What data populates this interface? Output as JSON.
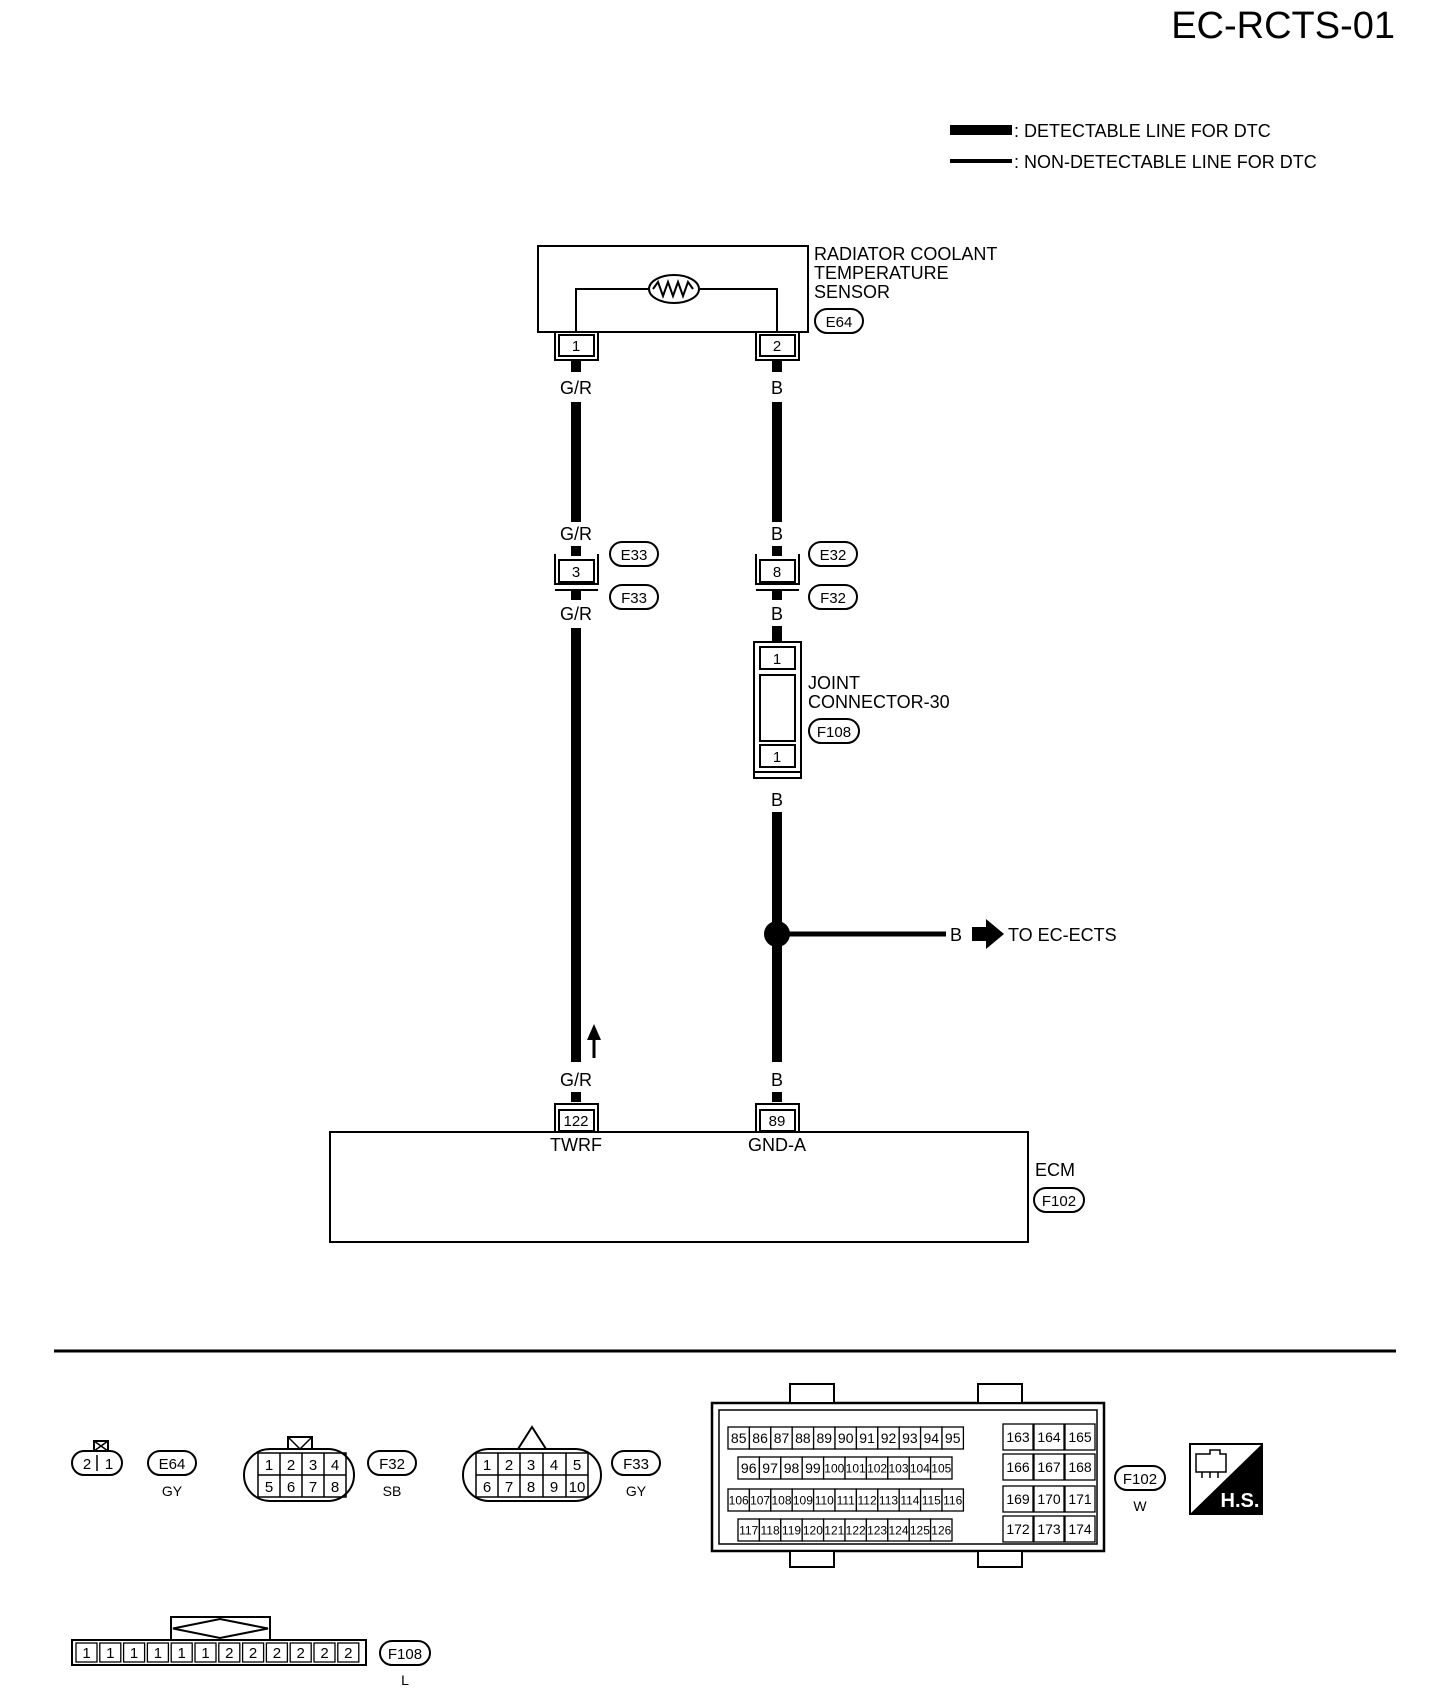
{
  "page_code": "EC-RCTS-01",
  "legend": {
    "detectable": ": DETECTABLE LINE FOR DTC",
    "non_detectable": ": NON-DETECTABLE LINE FOR DTC"
  },
  "sensor": {
    "name_lines": [
      "RADIATOR COOLANT",
      "TEMPERATURE",
      "SENSOR"
    ],
    "connector": "E64",
    "pins": [
      "1",
      "2"
    ]
  },
  "wires": {
    "left_color": "G/R",
    "right_color": "B"
  },
  "harness_connectors": {
    "left": {
      "upper": "E33",
      "lower": "F33",
      "pin": "3"
    },
    "right": {
      "upper": "E32",
      "lower": "F32",
      "pin": "8"
    }
  },
  "joint_connector": {
    "name_lines": [
      "JOINT",
      "CONNECTOR-30"
    ],
    "connector": "F108",
    "pins": [
      "1",
      "1"
    ]
  },
  "branch": {
    "color": "B",
    "destination": "TO EC-ECTS"
  },
  "ecm": {
    "name": "ECM",
    "connector": "F102",
    "pins": [
      {
        "number": "122",
        "terminal": "TWRF"
      },
      {
        "number": "89",
        "terminal": "GND-A"
      }
    ]
  },
  "connector_views": [
    {
      "id": "E64",
      "color": "GY",
      "top": [
        "2",
        "1"
      ]
    },
    {
      "id": "F32",
      "color": "SB",
      "top": [
        "1",
        "2",
        "3",
        "4"
      ],
      "bottom": [
        "5",
        "6",
        "7",
        "8"
      ]
    },
    {
      "id": "F33",
      "color": "GY",
      "top": [
        "1",
        "2",
        "3",
        "4",
        "5"
      ],
      "bottom": [
        "6",
        "7",
        "8",
        "9",
        "10"
      ]
    },
    {
      "id": "F102",
      "color": "W",
      "rows": [
        [
          "85",
          "86",
          "87",
          "88",
          "89",
          "90",
          "91",
          "92",
          "93",
          "94",
          "95"
        ],
        [
          "96",
          "97",
          "98",
          "99",
          "100",
          "101",
          "102",
          "103",
          "104",
          "105"
        ],
        [
          "106",
          "107",
          "108",
          "109",
          "110",
          "111",
          "112",
          "113",
          "114",
          "115",
          "116"
        ],
        [
          "117",
          "118",
          "119",
          "120",
          "121",
          "122",
          "123",
          "124",
          "125",
          "126"
        ]
      ],
      "side_rows": [
        [
          "163",
          "164",
          "165"
        ],
        [
          "166",
          "167",
          "168"
        ],
        [
          "169",
          "170",
          "171"
        ],
        [
          "172",
          "173",
          "174"
        ]
      ]
    },
    {
      "id": "F108",
      "color": "L",
      "pins": [
        "1",
        "1",
        "1",
        "1",
        "1",
        "1",
        "2",
        "2",
        "2",
        "2",
        "2",
        "2"
      ]
    }
  ],
  "hs_badge": "H.S."
}
